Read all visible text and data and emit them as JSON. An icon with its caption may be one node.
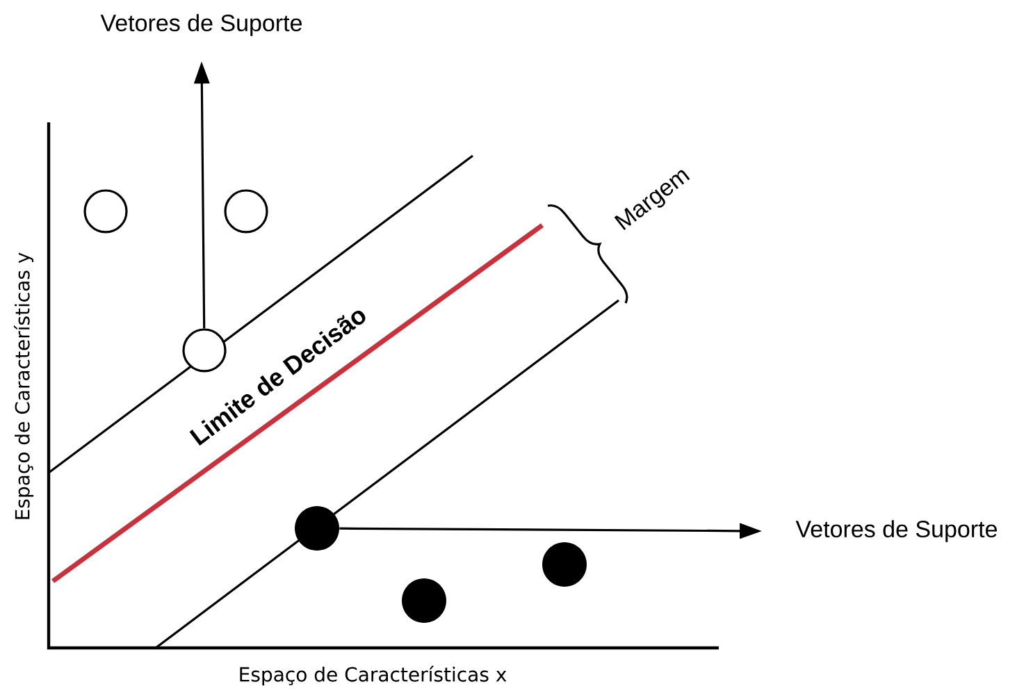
{
  "diagram": {
    "nodes": [
      {
        "text": [
          "Vetores de Suporte"
        ]
      },
      {
        "text": [],
        "shape": "circle"
      },
      {
        "text": [],
        "shape": "circle"
      },
      {
        "text": [],
        "shape": "circle"
      },
      {
        "text": [],
        "shape": "circle"
      },
      {
        "text": [],
        "shape": "circle"
      },
      {
        "text": [],
        "shape": "circle"
      },
      {
        "text": [
          "Vetores de Suporte"
        ]
      }
    ],
    "edges": [
      {
        "from": 3,
        "to": 0,
        "arrow": "to"
      },
      {
        "from": 4,
        "to": 7,
        "arrow": "to"
      }
    ],
    "labels": [
      "Margem",
      "Limite de Decisão",
      "Espaço de Características y",
      "Espaço de Características x"
    ]
  }
}
